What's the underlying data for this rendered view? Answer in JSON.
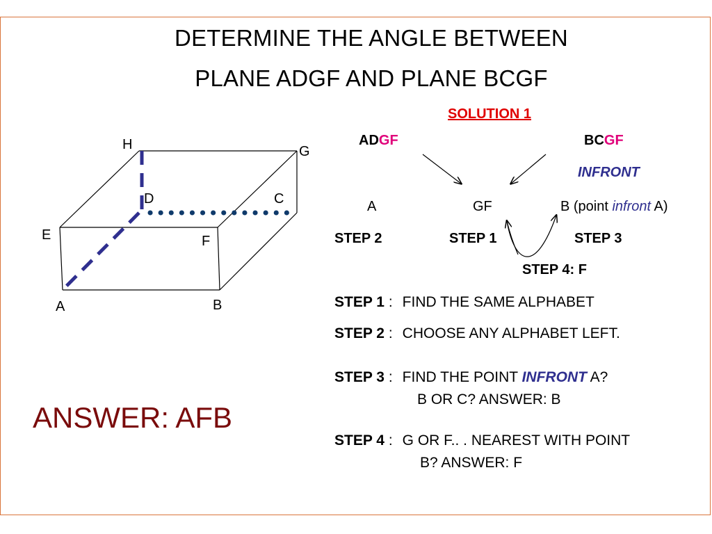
{
  "title": {
    "line1": "DETERMINE THE ANGLE BETWEEN",
    "line2": "PLANE ADGF AND PLANE BCGF"
  },
  "diagram": {
    "labels": {
      "H": "H",
      "G": "G",
      "D": "D",
      "C": "C",
      "E": "E",
      "F": "F",
      "A": "A",
      "B": "B"
    }
  },
  "answer": "ANSWER:  AFB",
  "solution": {
    "heading": "SOLUTION 1",
    "plane1": {
      "prefix": "AD",
      "common": "GF"
    },
    "plane2": {
      "prefix": "BC",
      "common": "GF"
    },
    "infront": "INFRONT",
    "row": {
      "a": "A",
      "gf": "GF",
      "b_prefix": "B (point ",
      "b_italic": "infront",
      "b_suffix": " A)"
    },
    "step_labels": {
      "s2": "STEP 2",
      "s1": "STEP 1",
      "s3": "STEP 3"
    },
    "step4_label": "STEP 4: F",
    "explanations": [
      {
        "label": "STEP 1",
        "sep": " :",
        "text": "FIND THE SAME  ALPHABET"
      },
      {
        "label": "STEP 2",
        "sep": " :",
        "text": "CHOOSE ANY ALPHABET LEFT."
      },
      {
        "label": "STEP 3",
        "sep": " :",
        "text_pre": "FIND THE POINT ",
        "text_em": "INFRONT",
        "text_post": "  A?",
        "line2": "B OR C? ANSWER: B"
      },
      {
        "label": "STEP 4",
        "sep": " :",
        "text": "G OR F.. . NEAREST WITH POINT",
        "line2": "B? ANSWER: F"
      }
    ]
  },
  "colors": {
    "border": "#d9743b",
    "common_letters": "#e0007a",
    "infront": "#2f2f8f",
    "solution_heading": "#e00000",
    "answer": "#7a0b0b",
    "dashed_edges": "#2f2f8f",
    "dotted_edge": "#0f3a6b"
  }
}
